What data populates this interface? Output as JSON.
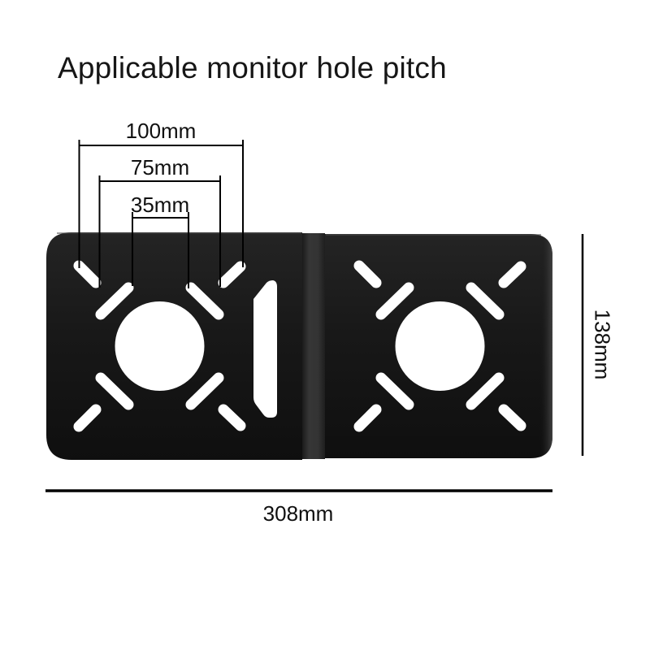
{
  "title": "Applicable monitor hole pitch",
  "dimensions": {
    "pitch_100": "100mm",
    "pitch_75": "75mm",
    "pitch_35": "35mm",
    "overall_width": "308mm",
    "overall_height": "138mm"
  },
  "colors": {
    "background": "#ffffff",
    "plate": "#181818",
    "fold_highlight": "#343434",
    "cutout": "#ffffff",
    "dimension_lines": "#000000",
    "text": "#161616"
  }
}
